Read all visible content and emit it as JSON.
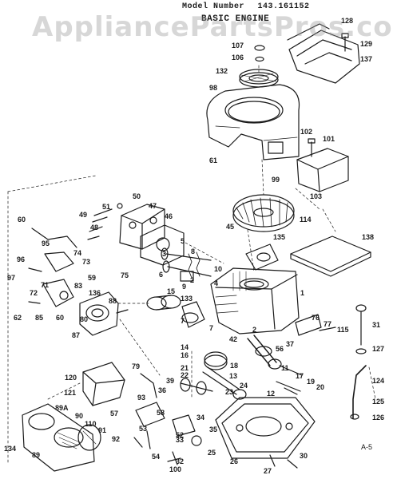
{
  "header": {
    "model_label": "Model Number",
    "model_number": "143.161152",
    "section_title": "BASIC ENGINE"
  },
  "watermark": "AppliancePartsPros.com",
  "page_code": "A-5",
  "colors": {
    "ink": "#1a1a1a",
    "paper": "#ffffff",
    "watermark": "#969696"
  },
  "part_numbers": {
    "p128": "128",
    "p129": "129",
    "p107": "107",
    "p106": "106",
    "p137": "137",
    "p132": "132",
    "p98": "98",
    "p102": "102",
    "p101": "101",
    "p61": "61",
    "p99": "99",
    "p103": "103",
    "p114": "114",
    "p50": "50",
    "p51": "51",
    "p47": "47",
    "p46": "46",
    "p49": "49",
    "p48": "48",
    "p45": "45",
    "p135": "135",
    "p138": "138",
    "p60": "60",
    "p95": "95",
    "p5": "5",
    "p8": "8",
    "p3": "3",
    "p74": "74",
    "p96": "96",
    "p73": "73",
    "p6": "6",
    "p9": "9",
    "p10": "10",
    "p4": "4",
    "p2": "2",
    "p97": "97",
    "p71": "71",
    "p83": "83",
    "p59": "59",
    "p75": "75",
    "p1": "1",
    "p72": "72",
    "p136": "136",
    "p88": "88",
    "p15": "15",
    "p133": "133",
    "p62": "62",
    "p85": "85",
    "p80": "80",
    "p76": "76",
    "p77": "77",
    "p31": "31",
    "p87": "87",
    "p42": "42",
    "p56": "56",
    "p37": "37",
    "p115": "115",
    "p14": "14",
    "p16": "16",
    "p7": "7",
    "p127": "127",
    "p18": "18",
    "p21": "21",
    "p11": "11",
    "p39": "39",
    "p79": "79",
    "p22": "22",
    "p13": "13",
    "p17": "17",
    "p19": "19",
    "p120": "120",
    "p20": "20",
    "p124": "124",
    "p24": "24",
    "p12": "12",
    "p36": "36",
    "p121": "121",
    "p93": "93",
    "p23": "23",
    "p89a": "89A",
    "p57": "57",
    "p58": "58",
    "p125": "125",
    "p90": "90",
    "p110": "110",
    "p34": "34",
    "p126": "126",
    "p91": "91",
    "p53": "53",
    "p52": "52",
    "p35": "35",
    "p92": "92",
    "p33": "33",
    "p134": "134",
    "p89": "89",
    "p54": "54",
    "p25": "25",
    "p30": "30",
    "p32": "32",
    "p26": "26",
    "p27": "27",
    "p100": "100"
  }
}
